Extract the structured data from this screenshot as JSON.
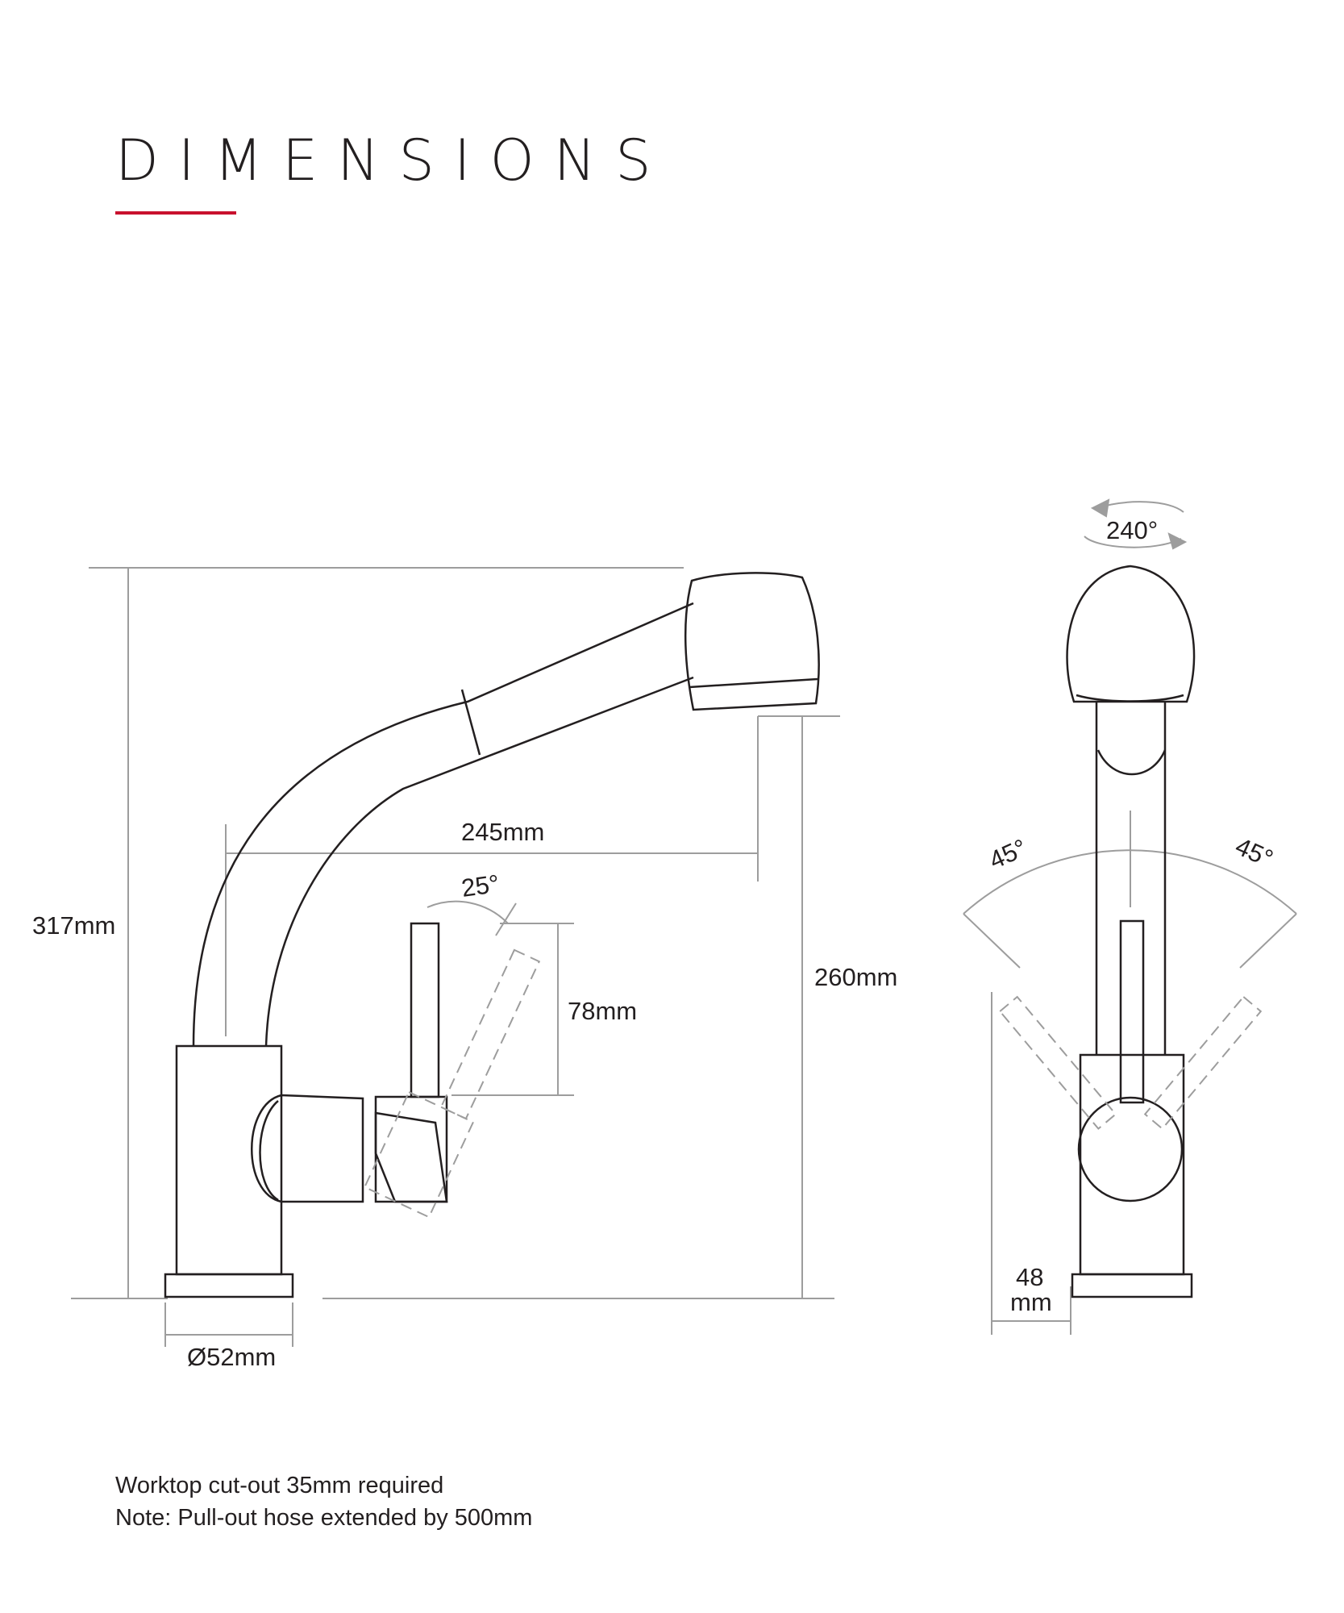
{
  "title": "DIMENSIONS",
  "accent_color": "#c8102e",
  "line_color": "#231f20",
  "dim_line_color": "#9d9d9d",
  "dimensions": {
    "total_height": "317mm",
    "spout_reach": "245mm",
    "spout_height": "260mm",
    "lever_height": "78mm",
    "base_diameter": "Ø52mm",
    "lever_angle": "25°",
    "front_base_width_value": "48",
    "front_base_width_unit": "mm",
    "lever_side_angle_left": "45°",
    "lever_side_angle_right": "45°",
    "swivel_angle": "240°"
  },
  "notes": [
    "Worktop cut-out 35mm required",
    "Note: Pull-out hose extended by 500mm"
  ]
}
